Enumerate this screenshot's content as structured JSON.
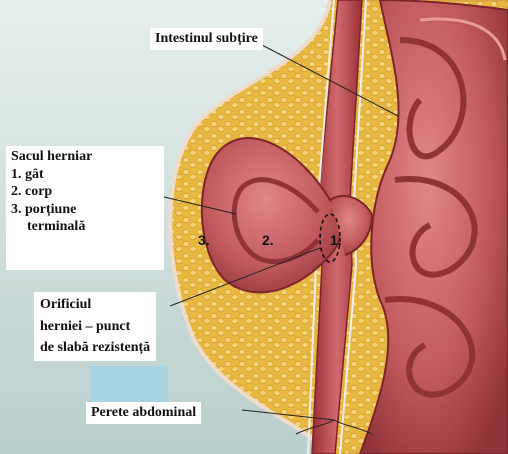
{
  "labels": {
    "small_intestine": "Intestinul subțire",
    "hernia_sac": {
      "title": "Sacul herniar",
      "items": [
        "1. gât",
        "2. corp",
        "3. porțiune",
        "terminală"
      ]
    },
    "orifice": [
      "Orificiul",
      "herniei – punct",
      "de slabă rezistență"
    ],
    "abdominal_wall": "Perete abdominal"
  },
  "markers": [
    "1.",
    "2.",
    "3."
  ],
  "colors": {
    "background": "#c9dcda",
    "fat": "#e9b93f",
    "intestine": "#c25a5e",
    "intestine_shadow": "#8f3338",
    "muscle": "#b8464c",
    "blue_box": "#a8d3e0"
  }
}
